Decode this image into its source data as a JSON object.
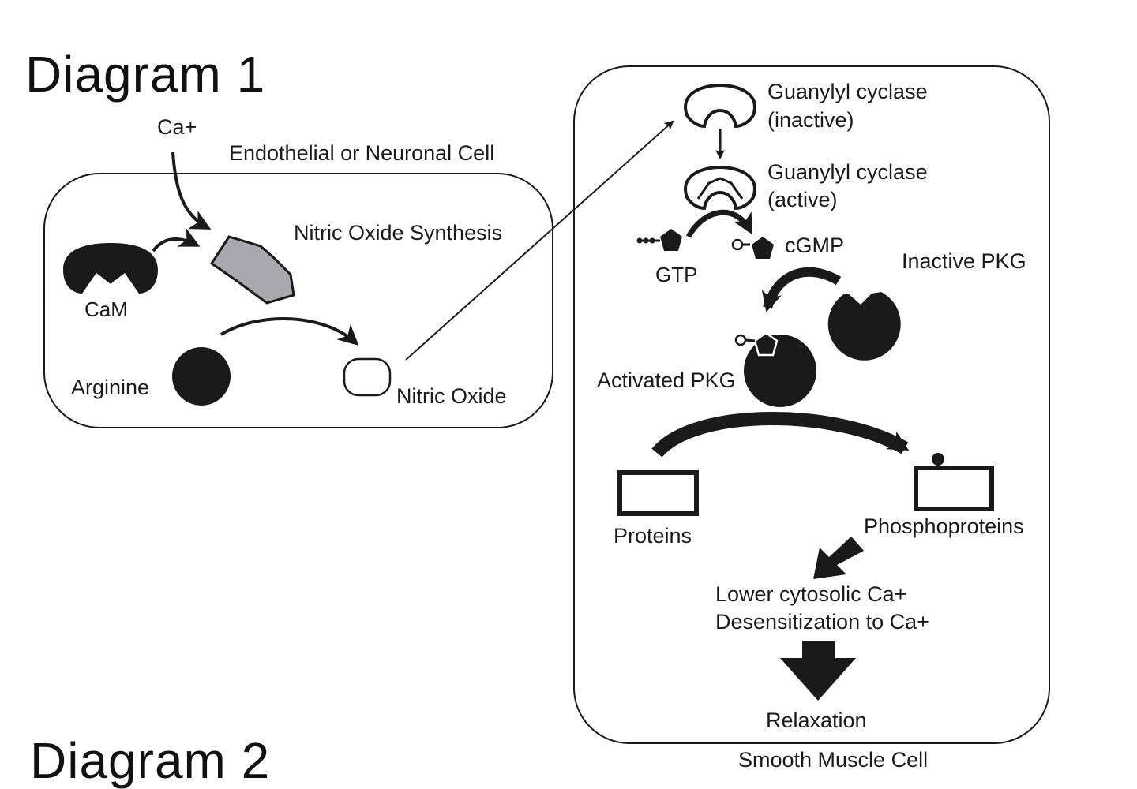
{
  "headings": {
    "diagram1": "Diagram 1",
    "diagram2": "Diagram 2"
  },
  "endothelial_cell": {
    "label": "Endothelial or Neuronal Cell",
    "ca": "Ca+",
    "cam": "CaM",
    "nos": "Nitric Oxide Synthesis",
    "arginine": "Arginine",
    "nitric_oxide": "Nitric Oxide"
  },
  "smooth_muscle_cell": {
    "label": "Smooth Muscle Cell",
    "gc_inactive_1": "Guanylyl cyclase",
    "gc_inactive_2": "(inactive)",
    "gc_active_1": "Guanylyl cyclase",
    "gc_active_2": "(active)",
    "gtp": "GTP",
    "cgmp": "cGMP",
    "inactive_pkg": "Inactive PKG",
    "activated_pkg": "Activated PKG",
    "proteins": "Proteins",
    "phosphoproteins": "Phosphoproteins",
    "lower_ca": "Lower cytosolic Ca+",
    "desensitization": "Desensitization to Ca+",
    "relaxation": "Relaxation"
  },
  "colors": {
    "ink": "#1a1a1a",
    "nos_fill": "#a8a8ad",
    "background": "#ffffff"
  }
}
